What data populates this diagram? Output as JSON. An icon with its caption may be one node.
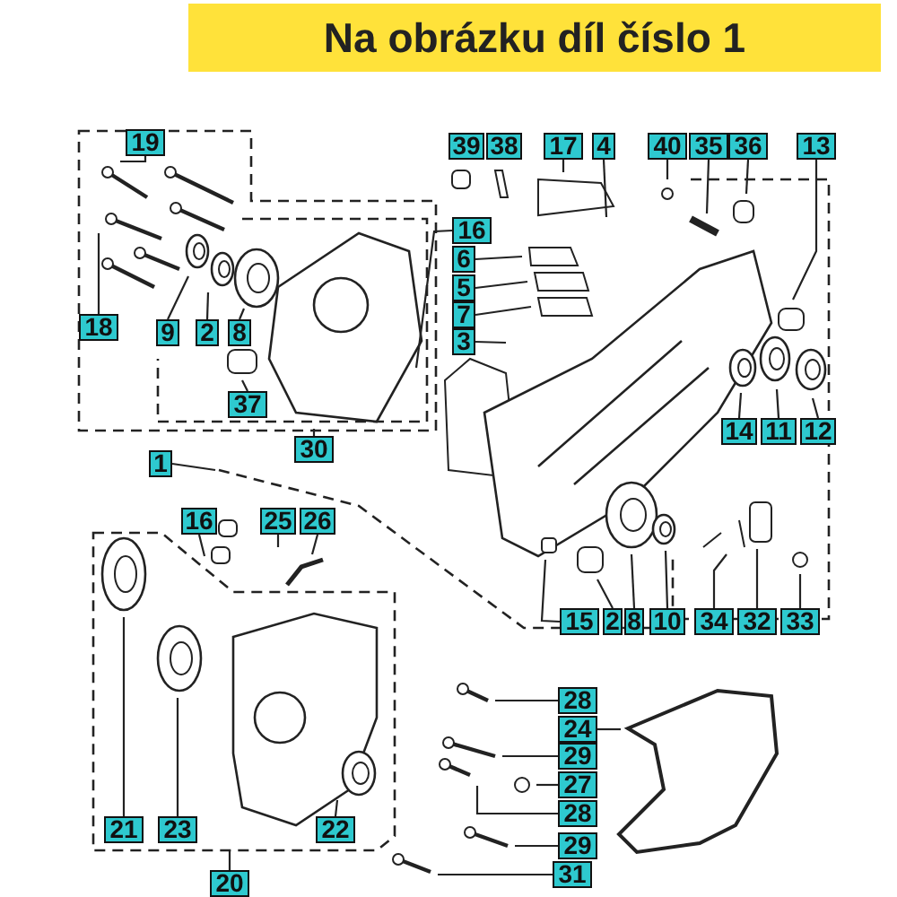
{
  "diagram": {
    "title": "Na obrázku díl číslo 1",
    "nodes": [
      {
        "text": [
          "19"
        ]
      },
      {
        "text": [
          "18"
        ]
      },
      {
        "text": [
          "9"
        ]
      },
      {
        "text": [
          "2"
        ]
      },
      {
        "text": [
          "8"
        ]
      },
      {
        "text": [
          "37"
        ]
      },
      {
        "text": [
          "30"
        ]
      },
      {
        "text": [
          "1"
        ]
      },
      {
        "text": [
          "39"
        ]
      },
      {
        "text": [
          "38"
        ]
      },
      {
        "text": [
          "17"
        ]
      },
      {
        "text": [
          "4"
        ]
      },
      {
        "text": [
          "40"
        ]
      },
      {
        "text": [
          "35"
        ]
      },
      {
        "text": [
          "36"
        ]
      },
      {
        "text": [
          "13"
        ]
      },
      {
        "text": [
          "16"
        ]
      },
      {
        "text": [
          "6"
        ]
      },
      {
        "text": [
          "5"
        ]
      },
      {
        "text": [
          "7"
        ]
      },
      {
        "text": [
          "3"
        ]
      },
      {
        "text": [
          "14"
        ]
      },
      {
        "text": [
          "11"
        ]
      },
      {
        "text": [
          "12"
        ]
      },
      {
        "text": [
          "16"
        ]
      },
      {
        "text": [
          "25"
        ]
      },
      {
        "text": [
          "26"
        ]
      },
      {
        "text": [
          "15"
        ]
      },
      {
        "text": [
          "2"
        ]
      },
      {
        "text": [
          "8"
        ]
      },
      {
        "text": [
          "10"
        ]
      },
      {
        "text": [
          "34"
        ]
      },
      {
        "text": [
          "32"
        ]
      },
      {
        "text": [
          "33"
        ]
      },
      {
        "text": [
          "28"
        ]
      },
      {
        "text": [
          "24"
        ]
      },
      {
        "text": [
          "29"
        ]
      },
      {
        "text": [
          "27"
        ]
      },
      {
        "text": [
          "28"
        ]
      },
      {
        "text": [
          "29"
        ]
      },
      {
        "text": [
          "31"
        ]
      },
      {
        "text": [
          "21"
        ]
      },
      {
        "text": [
          "23"
        ]
      },
      {
        "text": [
          "22"
        ]
      },
      {
        "text": [
          "20"
        ]
      }
    ],
    "edges": [
      {
        "from": 0,
        "to": null,
        "arrow": "none"
      },
      {
        "from": 1,
        "to": null,
        "arrow": "none"
      },
      {
        "from": 2,
        "to": null,
        "arrow": "none"
      },
      {
        "from": 3,
        "to": null,
        "arrow": "none"
      },
      {
        "from": 4,
        "to": null,
        "arrow": "none"
      },
      {
        "from": 5,
        "to": null,
        "arrow": "none"
      },
      {
        "from": 6,
        "to": null,
        "arrow": "none"
      },
      {
        "from": 7,
        "to": null,
        "arrow": "none"
      },
      {
        "from": 10,
        "to": null,
        "arrow": "none"
      },
      {
        "from": 11,
        "to": null,
        "arrow": "none"
      },
      {
        "from": 12,
        "to": null,
        "arrow": "none"
      },
      {
        "from": 13,
        "to": null,
        "arrow": "none"
      },
      {
        "from": 14,
        "to": null,
        "arrow": "none"
      },
      {
        "from": 15,
        "to": null,
        "arrow": "none"
      },
      {
        "from": 16,
        "to": null,
        "arrow": "none"
      },
      {
        "from": 17,
        "to": null,
        "arrow": "none"
      },
      {
        "from": 18,
        "to": null,
        "arrow": "none"
      },
      {
        "from": 19,
        "to": null,
        "arrow": "none"
      },
      {
        "from": 20,
        "to": null,
        "arrow": "none"
      },
      {
        "from": 21,
        "to": null,
        "arrow": "none"
      },
      {
        "from": 22,
        "to": null,
        "arrow": "none"
      },
      {
        "from": 23,
        "to": null,
        "arrow": "none"
      },
      {
        "from": 24,
        "to": null,
        "arrow": "none"
      },
      {
        "from": 25,
        "to": null,
        "arrow": "none"
      },
      {
        "from": 26,
        "to": null,
        "arrow": "none"
      },
      {
        "from": 27,
        "to": null,
        "arrow": "none"
      },
      {
        "from": 28,
        "to": null,
        "arrow": "none"
      },
      {
        "from": 29,
        "to": null,
        "arrow": "none"
      },
      {
        "from": 30,
        "to": null,
        "arrow": "none"
      },
      {
        "from": 31,
        "to": null,
        "arrow": "none"
      },
      {
        "from": 32,
        "to": null,
        "arrow": "none"
      },
      {
        "from": 33,
        "to": null,
        "arrow": "none"
      },
      {
        "from": 34,
        "to": null,
        "arrow": "none"
      },
      {
        "from": 35,
        "to": null,
        "arrow": "none"
      },
      {
        "from": 36,
        "to": null,
        "arrow": "none"
      },
      {
        "from": 37,
        "to": null,
        "arrow": "none"
      },
      {
        "from": 38,
        "to": null,
        "arrow": "none"
      },
      {
        "from": 39,
        "to": null,
        "arrow": "none"
      },
      {
        "from": 40,
        "to": null,
        "arrow": "none"
      },
      {
        "from": 41,
        "to": null,
        "arrow": "none"
      },
      {
        "from": 42,
        "to": null,
        "arrow": "none"
      },
      {
        "from": 43,
        "to": null,
        "arrow": "none"
      },
      {
        "from": 44,
        "to": null,
        "arrow": "none"
      }
    ]
  }
}
